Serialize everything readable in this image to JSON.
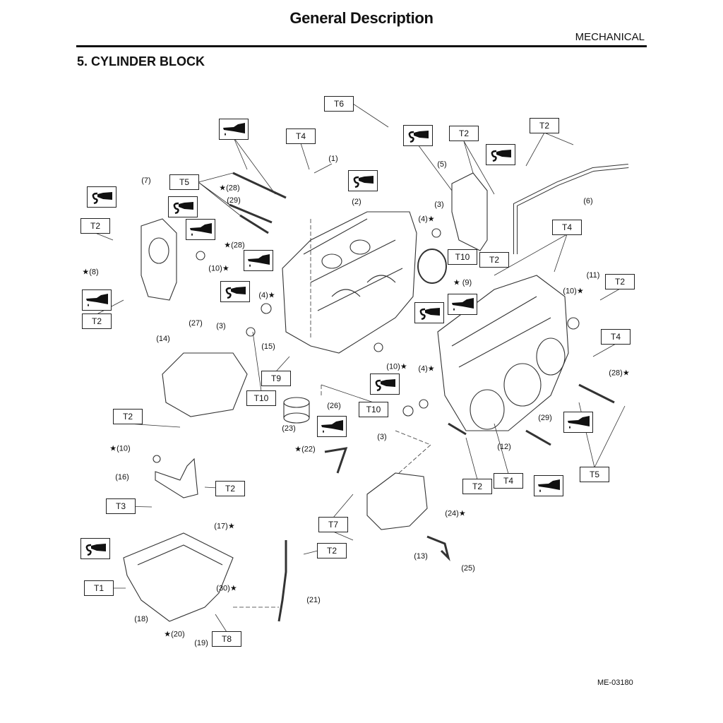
{
  "header": {
    "title": "General Description",
    "section": "MECHANICAL",
    "heading": "5. CYLINDER BLOCK"
  },
  "figure_code": "ME-03180",
  "torque_labels": [
    "T6",
    "T4",
    "T2",
    "T2",
    "T5",
    "T2",
    "T10",
    "T2",
    "T4",
    "T2",
    "T2",
    "T4",
    "T9",
    "T10",
    "T10",
    "T2",
    "T5",
    "T2",
    "T3",
    "T2",
    "T4",
    "T7",
    "T2",
    "T1",
    "T8"
  ],
  "symbols": [
    "oil",
    "sealant",
    "sealant",
    "sealant",
    "oil",
    "oil",
    "oil",
    "sealant",
    "sealant",
    "sealant",
    "oil",
    "sealant",
    "sealant",
    "oil",
    "sealant",
    "oil",
    "oil"
  ],
  "callouts": [
    "(1)",
    "(2)",
    "(3)",
    "(4)★",
    "(5)",
    "(6)",
    "(7)",
    "★(8)",
    "★ (9)",
    "(10)★",
    "(4)★",
    "(3)",
    "(10)★",
    "(11)",
    "(14)",
    "(15)",
    "(27)",
    "(10)★",
    "(4)★",
    "(28)★",
    "(29)",
    "★(28)",
    "★(28)",
    "(26)",
    "(23)",
    "(3)",
    "(12)",
    "(29)",
    "★(22)",
    "★(10)",
    "(16)",
    "(17)★",
    "(24)★",
    "(13)",
    "(25)",
    "(21)",
    "(30)★",
    "(18)",
    "★(20)",
    "(19)"
  ],
  "colors": {
    "ink": "#111111",
    "background": "#ffffff"
  }
}
